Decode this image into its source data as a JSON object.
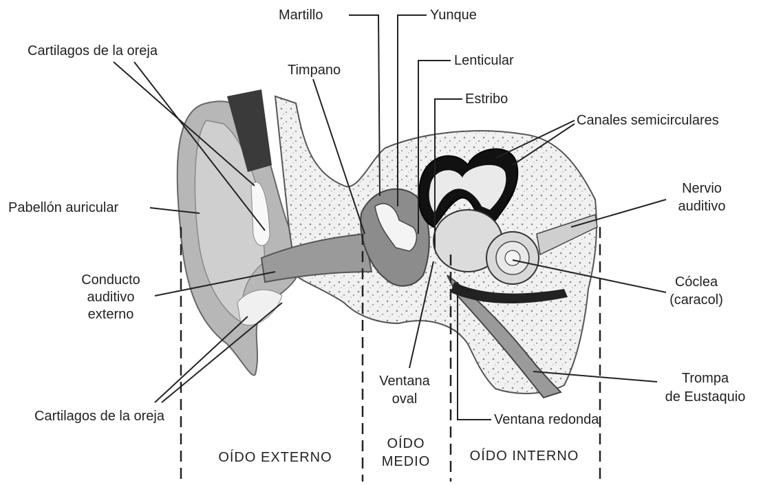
{
  "labels": {
    "martillo": "Martillo",
    "yunque": "Yunque",
    "cartilagos_top": "Cartilagos de la oreja",
    "timpano": "Timpano",
    "lenticular": "Lenticular",
    "estribo": "Estribo",
    "canales": "Canales semicirculares",
    "nervio_1": "Nervio",
    "nervio_2": "auditivo",
    "pabellon": "Pabellón auricular",
    "conducto_1": "Conducto",
    "conducto_2": "auditivo",
    "conducto_3": "externo",
    "coclea_1": "Cóclea",
    "coclea_2": "(caracol)",
    "ventana_oval_1": "Ventana",
    "ventana_oval_2": "oval",
    "trompa_1": "Trompa",
    "trompa_2": "de Eustaquio",
    "cartilagos_bottom": "Cartilagos de la oreja",
    "ventana_redonda": "Ventana redonda"
  },
  "sections": {
    "externo": "OÍDO EXTERNO",
    "medio_1": "OÍDO",
    "medio_2": "MEDIO",
    "interno": "OÍDO INTERNO"
  }
}
